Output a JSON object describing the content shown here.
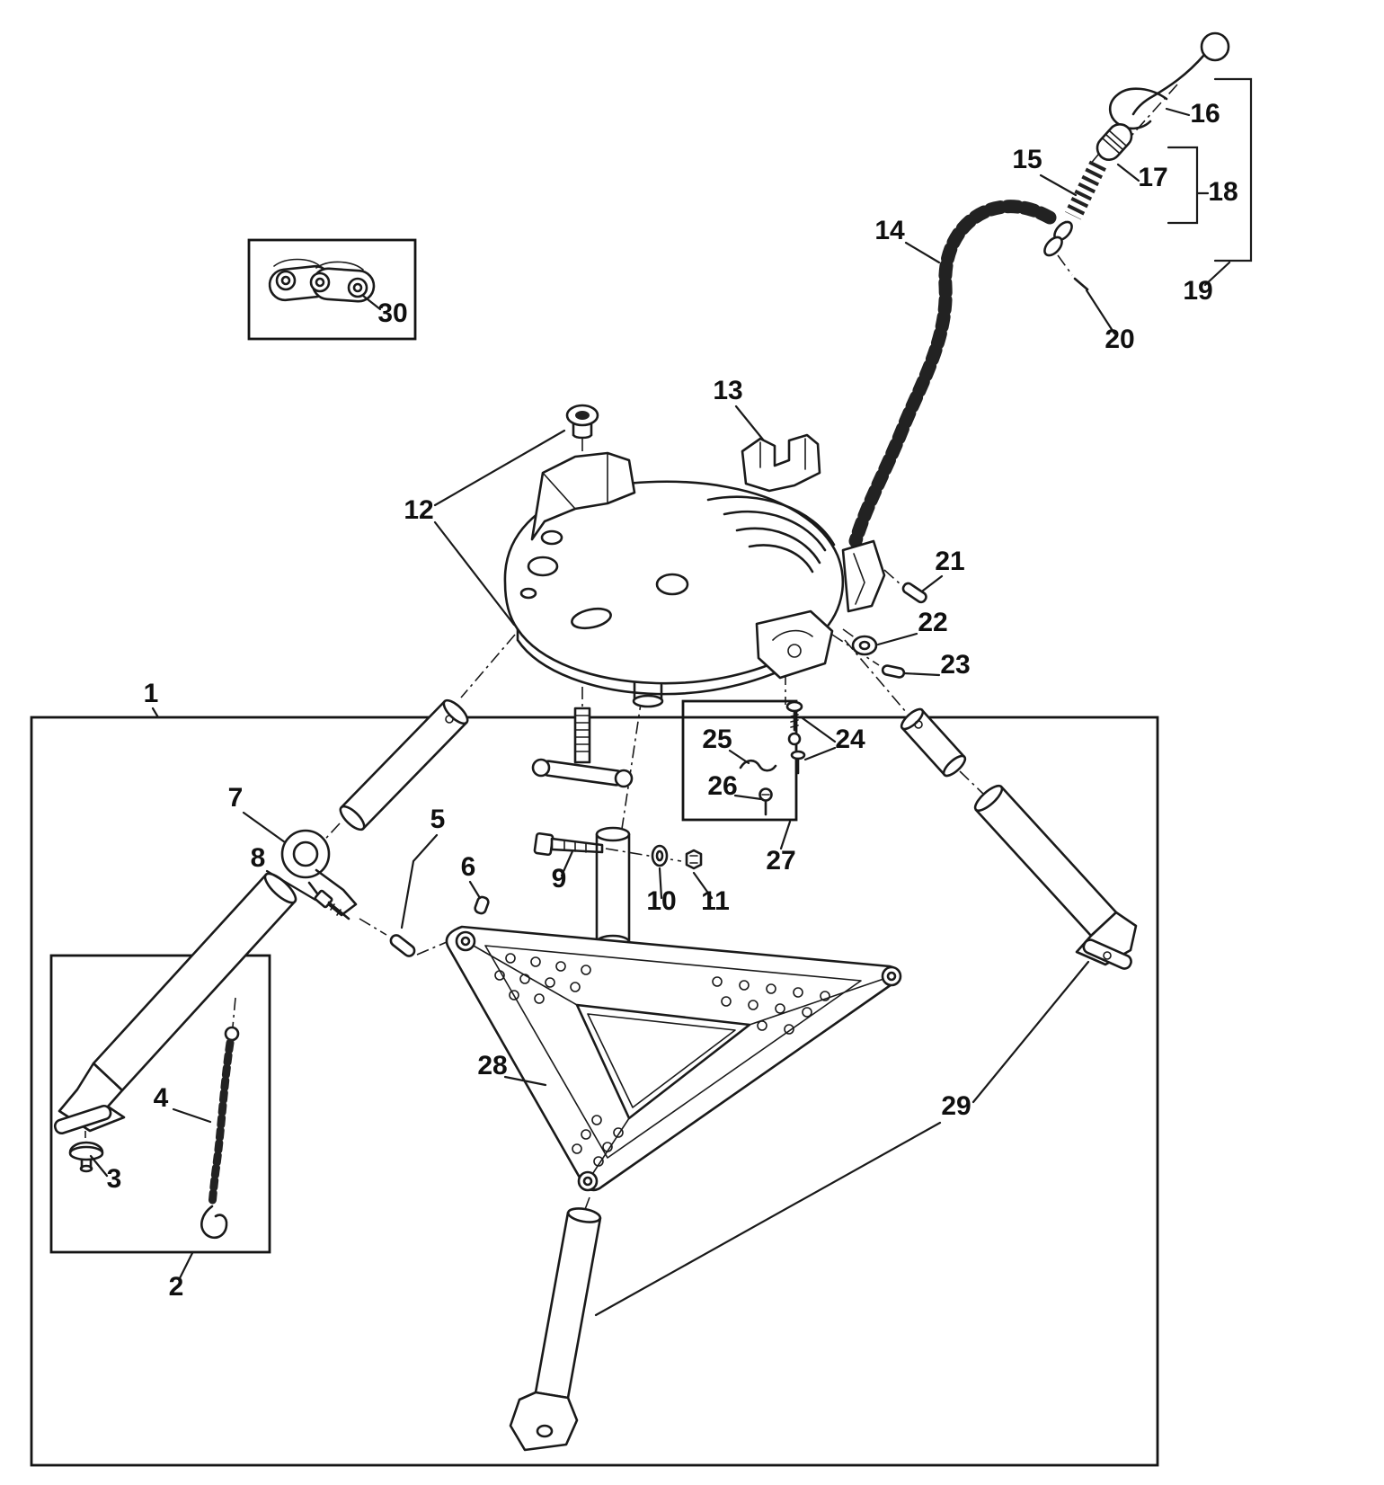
{
  "figure": {
    "kind": "exploded-parts-diagram",
    "subject": "pipe-vise-tripod-stand",
    "colors": {
      "background": "#ffffff",
      "line": "#1a1a1a",
      "chain": "#222222"
    },
    "callouts": [
      {
        "label": "1"
      },
      {
        "label": "2"
      },
      {
        "label": "3"
      },
      {
        "label": "4"
      },
      {
        "label": "5"
      },
      {
        "label": "6"
      },
      {
        "label": "7"
      },
      {
        "label": "8"
      },
      {
        "label": "9"
      },
      {
        "label": "10"
      },
      {
        "label": "11"
      },
      {
        "label": "12"
      },
      {
        "label": "13"
      },
      {
        "label": "14"
      },
      {
        "label": "15"
      },
      {
        "label": "16"
      },
      {
        "label": "17"
      },
      {
        "label": "18"
      },
      {
        "label": "19"
      },
      {
        "label": "20"
      },
      {
        "label": "21"
      },
      {
        "label": "22"
      },
      {
        "label": "23"
      },
      {
        "label": "24"
      },
      {
        "label": "25"
      },
      {
        "label": "26"
      },
      {
        "label": "27"
      },
      {
        "label": "28"
      },
      {
        "label": "29"
      },
      {
        "label": "30"
      }
    ]
  }
}
